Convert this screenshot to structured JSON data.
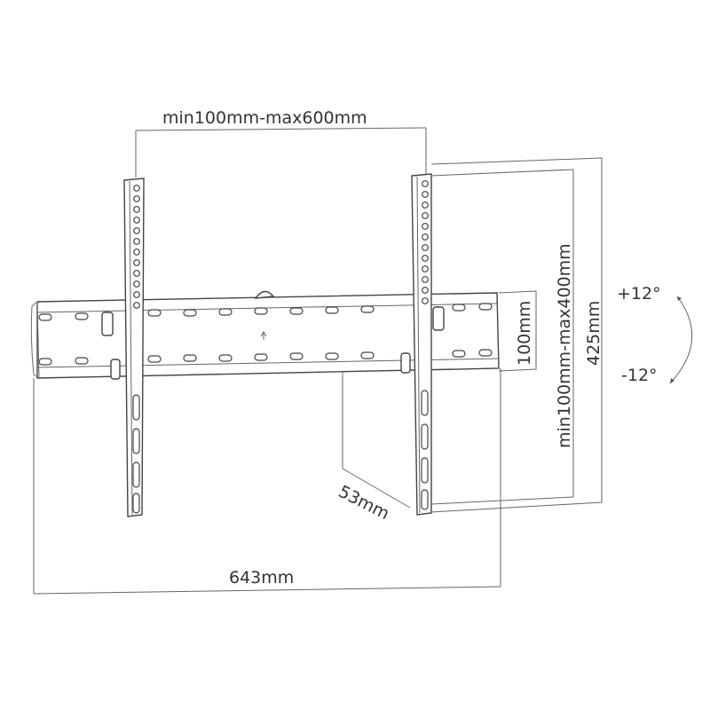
{
  "diagram": {
    "subject": "Tilting TV wall mount bracket dimension drawing",
    "labels": {
      "vesa_width": "min100mm-max600mm",
      "vesa_height": "min100mm-max400mm",
      "plate_height": "100mm",
      "overall_height": "425mm",
      "depth": "53mm",
      "overall_width": "643mm",
      "tilt_up": "+12°",
      "tilt_down": "-12°"
    },
    "colors": {
      "line": "#555555",
      "text": "#333333",
      "background": "#ffffff"
    }
  }
}
